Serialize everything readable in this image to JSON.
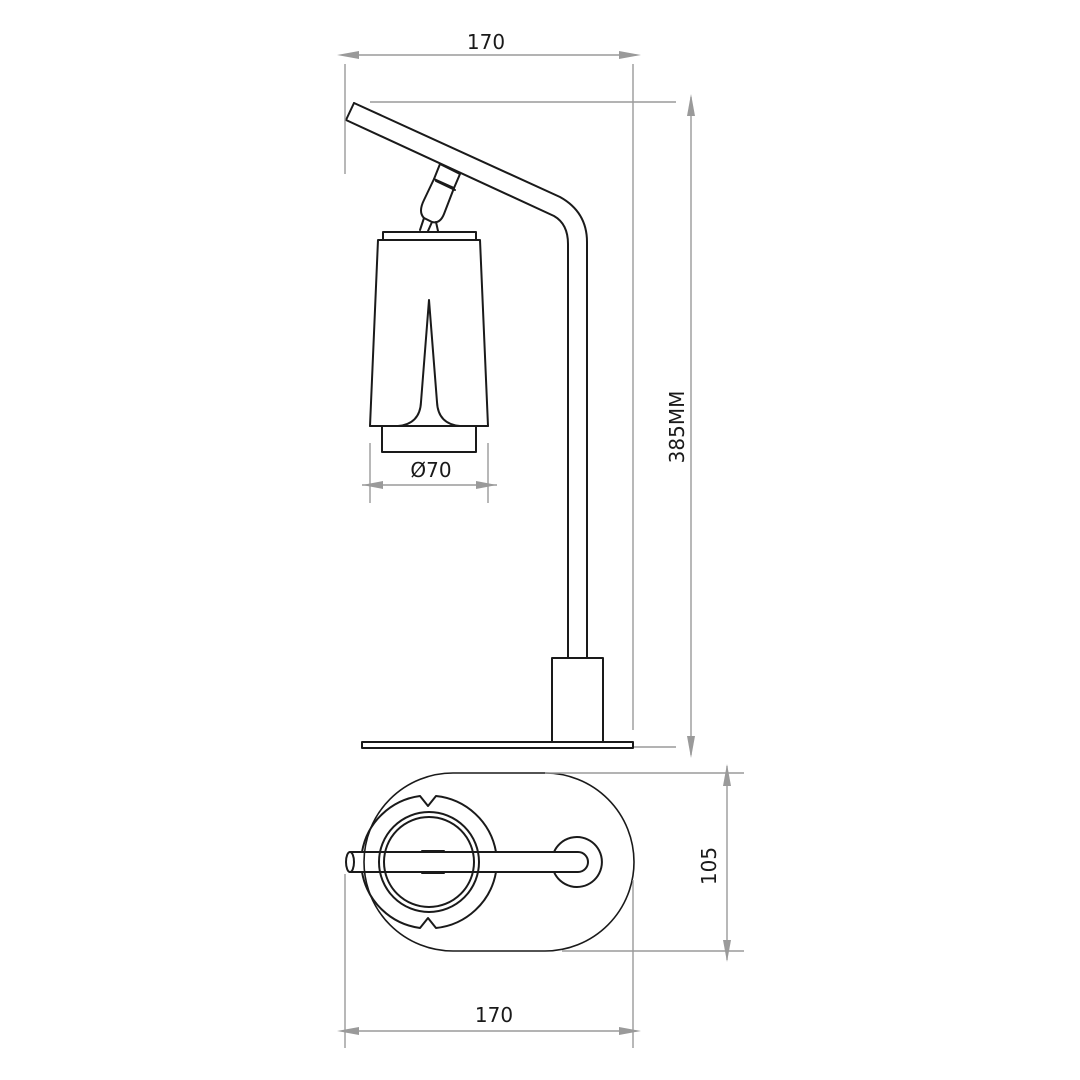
{
  "drawing": {
    "title": "Table lamp dimension drawing",
    "views": [
      "side-elevation",
      "top-plan"
    ],
    "colors": {
      "object_line": "#1a1a1a",
      "dimension_line": "#9a9a9a",
      "background": "#ffffff"
    }
  },
  "dimensions": {
    "top_width": "170",
    "shade_diameter": "Ø70",
    "overall_height": "385MM",
    "base_depth": "105",
    "base_width": "170"
  }
}
